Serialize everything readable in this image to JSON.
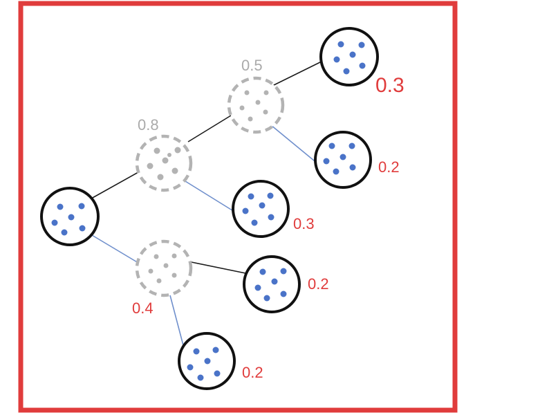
{
  "colors": {
    "frame_border": "#e03c3c",
    "solid_node_stroke": "#111111",
    "dashed_node_stroke": "#b3b3b3",
    "dot_blue": "#4a73c8",
    "dot_gray": "#b3b3b3",
    "black_edge": "#1a1a1a",
    "blue_edge": "#6f8fcc",
    "red_label": "#e03c3c",
    "gray_label": "#aaaaaa"
  },
  "nodes": {
    "root": {
      "style": "solid"
    },
    "mid_upper": {
      "style": "dashed",
      "label": "0.8"
    },
    "mid_lower": {
      "style": "dashed",
      "label": "0.4"
    },
    "top_internal": {
      "style": "dashed",
      "label": "0.5"
    },
    "leaf_top": {
      "style": "solid",
      "label": "0.3"
    },
    "leaf_upper_right": {
      "style": "solid",
      "label": "0.2"
    },
    "leaf_middle": {
      "style": "solid",
      "label": "0.3"
    },
    "leaf_lower_right": {
      "style": "solid",
      "label": "0.2"
    },
    "leaf_bottom": {
      "style": "solid",
      "label": "0.2"
    }
  },
  "edges": [
    {
      "from": "root",
      "to": "mid_upper",
      "color": "black"
    },
    {
      "from": "root",
      "to": "mid_lower",
      "color": "blue"
    },
    {
      "from": "mid_upper",
      "to": "top_internal",
      "color": "black"
    },
    {
      "from": "mid_upper",
      "to": "leaf_middle",
      "color": "blue"
    },
    {
      "from": "top_internal",
      "to": "leaf_top",
      "color": "black"
    },
    {
      "from": "top_internal",
      "to": "leaf_upper_right",
      "color": "blue"
    },
    {
      "from": "mid_lower",
      "to": "leaf_lower_right",
      "color": "black"
    },
    {
      "from": "mid_lower",
      "to": "leaf_bottom",
      "color": "blue"
    }
  ]
}
